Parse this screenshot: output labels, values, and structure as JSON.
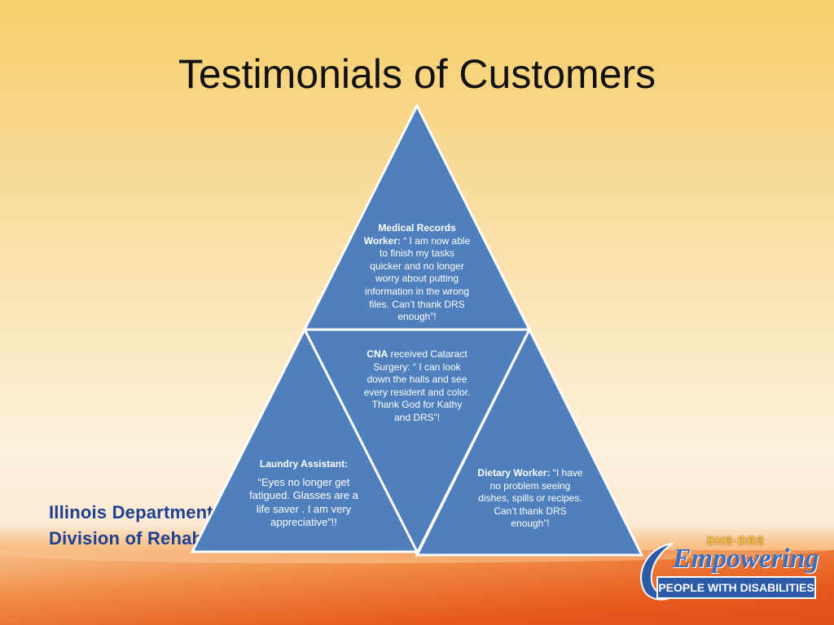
{
  "slide": {
    "title": "Testimonials of Customers"
  },
  "org": {
    "line1": "Illinois Department",
    "line2": "Division of Rehabi"
  },
  "pyramid": {
    "top": {
      "role": "Medical Records Worker:",
      "quote": " “ I am now able to finish my tasks quicker and no longer worry about putting information in the wrong files. Can’t thank DRS enough”!"
    },
    "center": {
      "role": "CNA",
      "quote": " received Cataract Surgery: “ I can look down the halls and see every resident and color. Thank God for Kathy and DRS”!"
    },
    "left": {
      "role": "Laundry Assistant:",
      "quote": "“Eyes no longer get fatigued. Glasses are a life saver . I am very appreciative”!!"
    },
    "right": {
      "role": "Dietary Worker:",
      "quote": " “I have no problem seeing dishes, spills or recipes. Can’t thank DRS enough”!"
    }
  },
  "logo": {
    "tag": "DHS·DRS",
    "word": "Empowering",
    "sub": "PEOPLE WITH DISABILITIES"
  },
  "colors": {
    "triangle_fill": "#4f80bd",
    "triangle_stroke": "#ffffff",
    "org_text": "#1f3f8f"
  }
}
